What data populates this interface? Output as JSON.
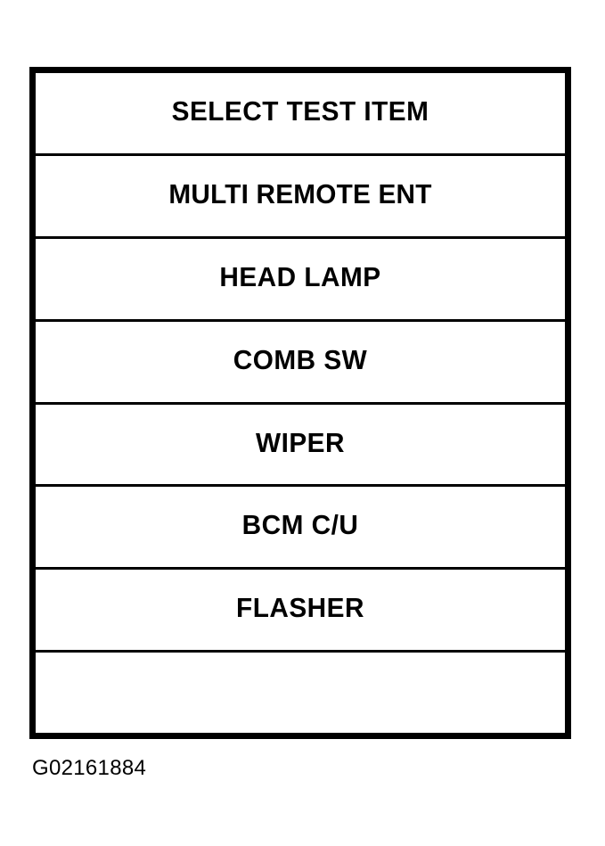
{
  "figure": {
    "caption": "G02161884",
    "background_color": "#ffffff",
    "ink_color": "#000000"
  },
  "menu": {
    "title_row": "SELECT TEST ITEM",
    "rows": [
      {
        "label": "SELECT TEST ITEM",
        "empty": false
      },
      {
        "label": "MULTI REMOTE ENT",
        "empty": false
      },
      {
        "label": "HEAD LAMP",
        "empty": false
      },
      {
        "label": "COMB SW",
        "empty": false
      },
      {
        "label": "WIPER",
        "empty": false
      },
      {
        "label": "BCM C/U",
        "empty": false
      },
      {
        "label": "FLASHER",
        "empty": false
      },
      {
        "label": "",
        "empty": true
      }
    ]
  }
}
